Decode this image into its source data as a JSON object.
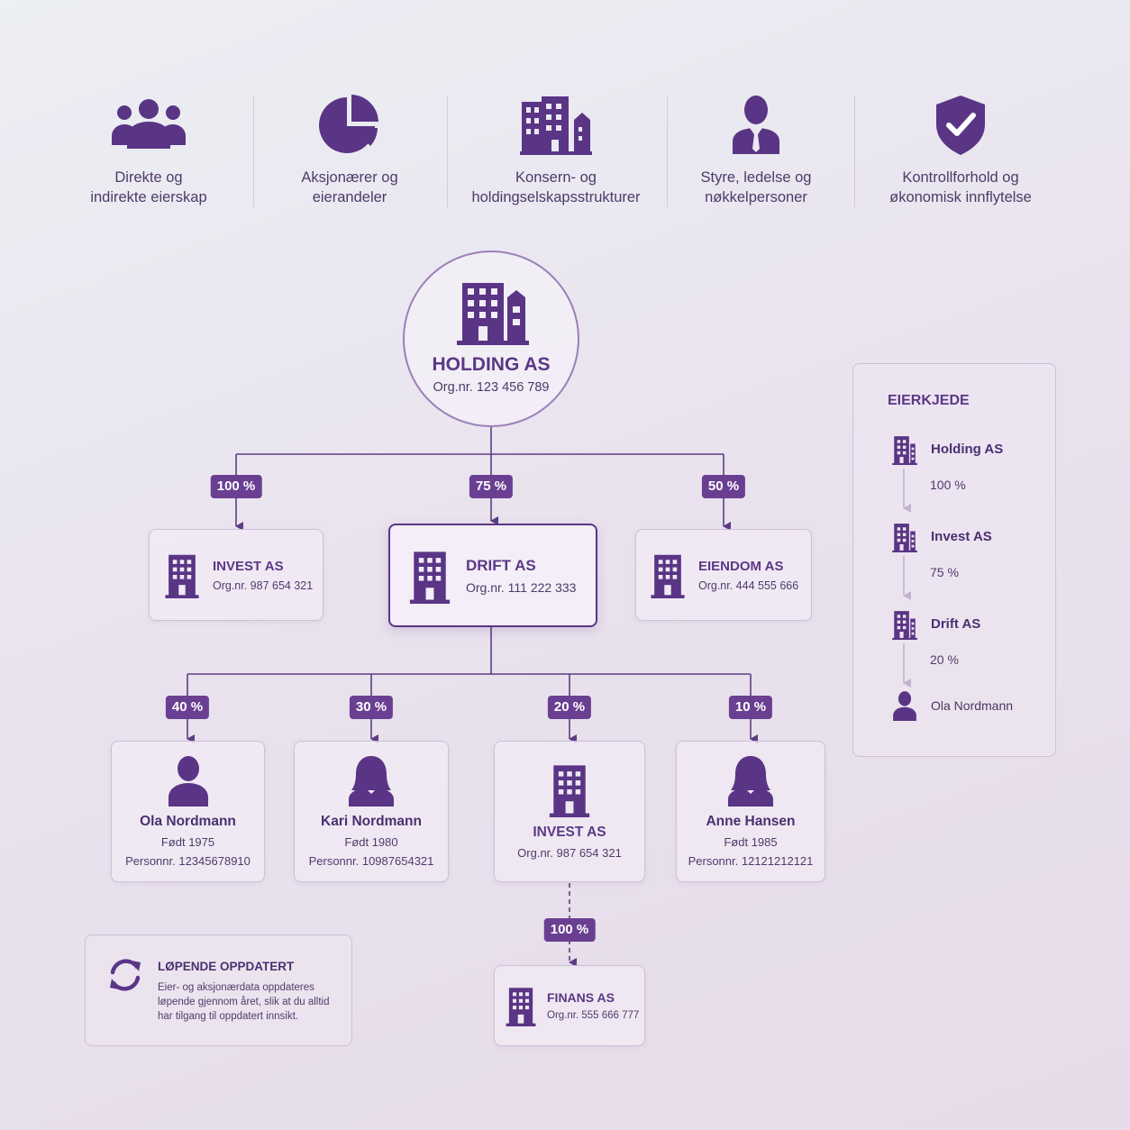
{
  "features": [
    {
      "icon": "people-group-icon",
      "line1": "Direkte og",
      "line2": "indirekte eierskap"
    },
    {
      "icon": "pie-chart-icon",
      "line1": "Aksjonærer og",
      "line2": "eierandeler"
    },
    {
      "icon": "buildings-icon",
      "line1": "Konsern- og",
      "line2": "holdingselskapsstrukturer"
    },
    {
      "icon": "businessman-icon",
      "line1": "Styre, ledelse og",
      "line2": "nøkkelpersoner"
    },
    {
      "icon": "shield-check-icon",
      "line1": "Kontrollforhold og",
      "line2": "økonomisk innflytelse"
    }
  ],
  "holding": {
    "name": "HOLDING AS",
    "org": "Org.nr. 123 456 789"
  },
  "level1": [
    {
      "pct": "100 %",
      "name": "INVEST AS",
      "org": "Org.nr. 987 654 321"
    },
    {
      "pct": "75 %",
      "name": "DRIFT AS",
      "org": "Org.nr. 111 222 333"
    },
    {
      "pct": "50 %",
      "name": "EIENDOM AS",
      "org": "Org.nr. 444 555 666"
    }
  ],
  "level2": [
    {
      "pct": "40 %",
      "type": "person-male",
      "name": "Ola Nordmann",
      "line1": "Født 1975",
      "line2": "Personnr. 12345678910"
    },
    {
      "pct": "30 %",
      "type": "person-female",
      "name": "Kari Nordmann",
      "line1": "Født 1980",
      "line2": "Personnr. 10987654321"
    },
    {
      "pct": "20 %",
      "type": "company",
      "name": "INVEST AS",
      "line1": "Org.nr. 987 654 321"
    },
    {
      "pct": "10 %",
      "type": "person-female",
      "name": "Anne Hansen",
      "line1": "Født 1985",
      "line2": "Personnr. 12121212121"
    }
  ],
  "level3": {
    "pct": "100 %",
    "name": "FINANS AS",
    "org": "Org.nr. 555 666 777"
  },
  "chain": {
    "title": "EIERKJEDE",
    "items": [
      {
        "name": "Holding AS",
        "pct": "100 %"
      },
      {
        "name": "Invest AS",
        "pct": "75 %"
      },
      {
        "name": "Drift AS",
        "pct": "20 %"
      },
      {
        "name": "Ola Nordmann"
      }
    ]
  },
  "info": {
    "title": "LØPENDE OPPDATERT",
    "text": "Eier- og aksjonærdata oppdateres løpende gjennom året, slik at du alltid har tilgang til oppdatert innsikt."
  },
  "colors": {
    "primary": "#5c3586",
    "badge": "#6a3f92",
    "line": "#5e3d82",
    "border": "#cdbfd9"
  }
}
